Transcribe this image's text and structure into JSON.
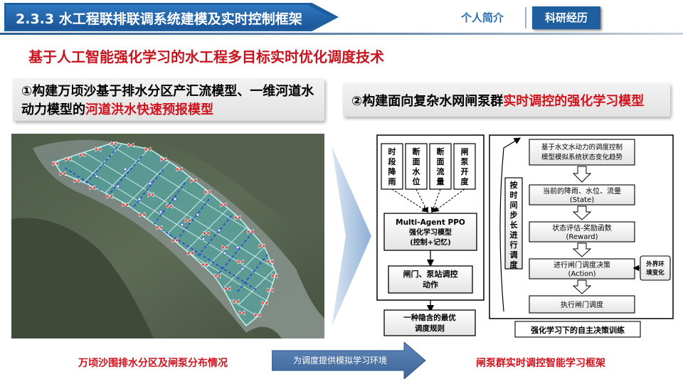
{
  "header": {
    "title": "2.3.3 水工程联排联调系统建模及实时控制框架",
    "nav_intro": "个人简介",
    "nav_research": "科研经历"
  },
  "subtitle": "基于人工智能强化学习的水工程多目标实时优化调度技术",
  "panel1": {
    "text_black": "①构建万顷沙基于排水分区产汇流模型、一维河道水动力模型的",
    "text_red": "河道洪水快速预报模型"
  },
  "panel2": {
    "text_black": "②构建面向复杂水网闸泵群",
    "text_red": "实时调控的强化学习模型"
  },
  "captions": {
    "left": "万顷沙围排水分区及闸泵分布情况",
    "right": "闸泵群实时调控智能学习框架",
    "arrow": "为调度提供模拟学习环境"
  },
  "diagram": {
    "inputs": [
      "时段降雨",
      "断面水位",
      "断面流量",
      "闸泵开度"
    ],
    "ppo_line1": "Multi-Agent PPO",
    "ppo_line2": "强化学习模型",
    "ppo_line3": "(控制+记忆)",
    "action_line1": "闸门、泵站调控",
    "action_line2": "动作",
    "rule_line1": "一种隐含的最优",
    "rule_line2": "调度规则",
    "step_label": "按时间步长进行调度",
    "steps": [
      {
        "line1": "基于水文水动力的调度控制",
        "line2": "模型模拟系统状态变化趋势"
      },
      {
        "line1": "当前的降雨、水位、流量",
        "line2": "(State)"
      },
      {
        "line1": "状态评估-奖励函数",
        "line2": "(Reward)"
      },
      {
        "line1": "进行闸门调度决策",
        "line2": "(Action)"
      },
      {
        "line1": "执行闸门调度",
        "line2": ""
      }
    ],
    "external_line1": "外界环",
    "external_line2": "境变化",
    "footer": "强化学习下的自主决策训练"
  },
  "colors": {
    "title_blue": "#1f5fa0",
    "accent_red": "#d0121c"
  }
}
